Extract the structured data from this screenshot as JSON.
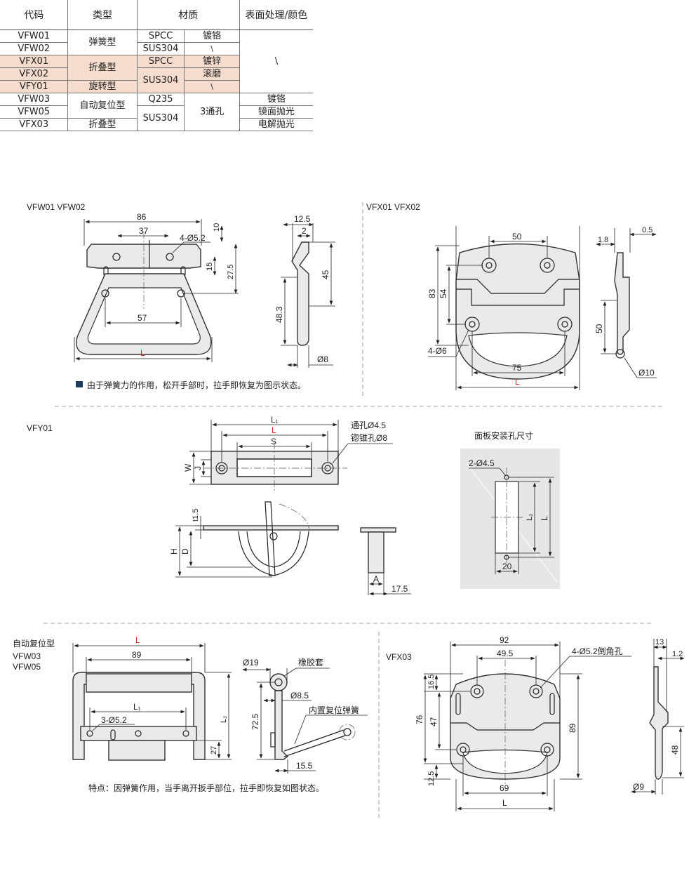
{
  "table": {
    "headers": [
      "代码",
      "类型",
      "材质",
      "表面处理/颜色"
    ],
    "rows": [
      {
        "code": "VFW01",
        "type": "弹簧型",
        "mat": "SPCC",
        "finish": "镀铬",
        "surface": "\\"
      },
      {
        "code": "VFW02",
        "mat": "SUS304",
        "finish": "\\"
      },
      {
        "code": "VFX01",
        "type": "折叠型",
        "mat": "SPCC",
        "finish": "镀锌"
      },
      {
        "code": "VFX02",
        "mat": "SUS304",
        "finish": "滚磨"
      },
      {
        "code": "VFY01",
        "type": "旋转型",
        "finish": "\\"
      },
      {
        "code": "VFW03",
        "type": "自动复位型",
        "mat": "Q235",
        "finish": "3通孔",
        "surface": "镀铬"
      },
      {
        "code": "VFW05",
        "mat": "SUS304",
        "surface": "镜面抛光"
      },
      {
        "code": "VFX03",
        "type": "折叠型",
        "surface": "电解抛光"
      }
    ]
  },
  "sections": {
    "vfw01": {
      "title": "VFW01  VFW02",
      "note": "由于弹簧力的作用，松开手部时，拉手即恢复为图示状态。",
      "dims": {
        "d86": "86",
        "d37": "37",
        "holes": "4-Ø5.2",
        "d10": "10",
        "d15": "15",
        "d27": "27.5",
        "d57": "57",
        "L": "L",
        "d12": "12.5",
        "d2": "2",
        "d45": "45",
        "d48": "48.3",
        "d8": "Ø8"
      }
    },
    "vfx01": {
      "title": "VFX01   VFX02",
      "dims": {
        "d50": "50",
        "d83": "83",
        "d54": "54",
        "holes": "4-Ø6",
        "d75": "75",
        "L": "L",
        "d18": "1.8",
        "d05": "0.5",
        "d50b": "50",
        "d10": "Ø10"
      }
    },
    "vfy01": {
      "title": "VFY01",
      "dims": {
        "L1": "L₁",
        "L": "L",
        "S": "S",
        "W": "W",
        "J": "J",
        "hole1": "通孔Ø4.5",
        "hole2": "锪锥孔Ø8",
        "t": "t1.5",
        "H": "H",
        "D": "D",
        "A": "A",
        "d175": "17.5"
      }
    },
    "panel": {
      "title": "面板安装孔尺寸",
      "dims": {
        "holes": "2-Ø4.5",
        "L2": "L₂",
        "L": "L",
        "d20": "20"
      }
    },
    "vfw03": {
      "title1": "自动复位型",
      "title2": "VFW03",
      "title3": "VFW05",
      "note": "特点：因弹簧作用，当手离开扳手部位，拉手即恢复如图状态。",
      "dims": {
        "L": "L",
        "d89": "89",
        "L1": "L₁",
        "holes": "3-Ø5.2",
        "L2": "L₂",
        "d27": "27",
        "d19": "Ø19",
        "rubber": "橡胶套",
        "d85": "Ø8.5",
        "spring": "内置复位弹簧",
        "d725": "72.5",
        "d155": "15.5"
      }
    },
    "vfx03": {
      "title": "VFX03",
      "dims": {
        "d92": "92",
        "d495": "49.5",
        "holes": "4-Ø5.2倒角孔",
        "d165": "16.5",
        "d76": "76",
        "d47": "47",
        "d89": "89",
        "d125": "12.5",
        "d69": "69",
        "L": "L",
        "d13": "13",
        "d12": "1.2",
        "d48": "48",
        "d9": "Ø9"
      }
    }
  },
  "colors": {
    "accent_red": "#d7261e",
    "highlight": "#f6dccd",
    "line": "#222222",
    "panel_bg": "#e6e6e6"
  }
}
